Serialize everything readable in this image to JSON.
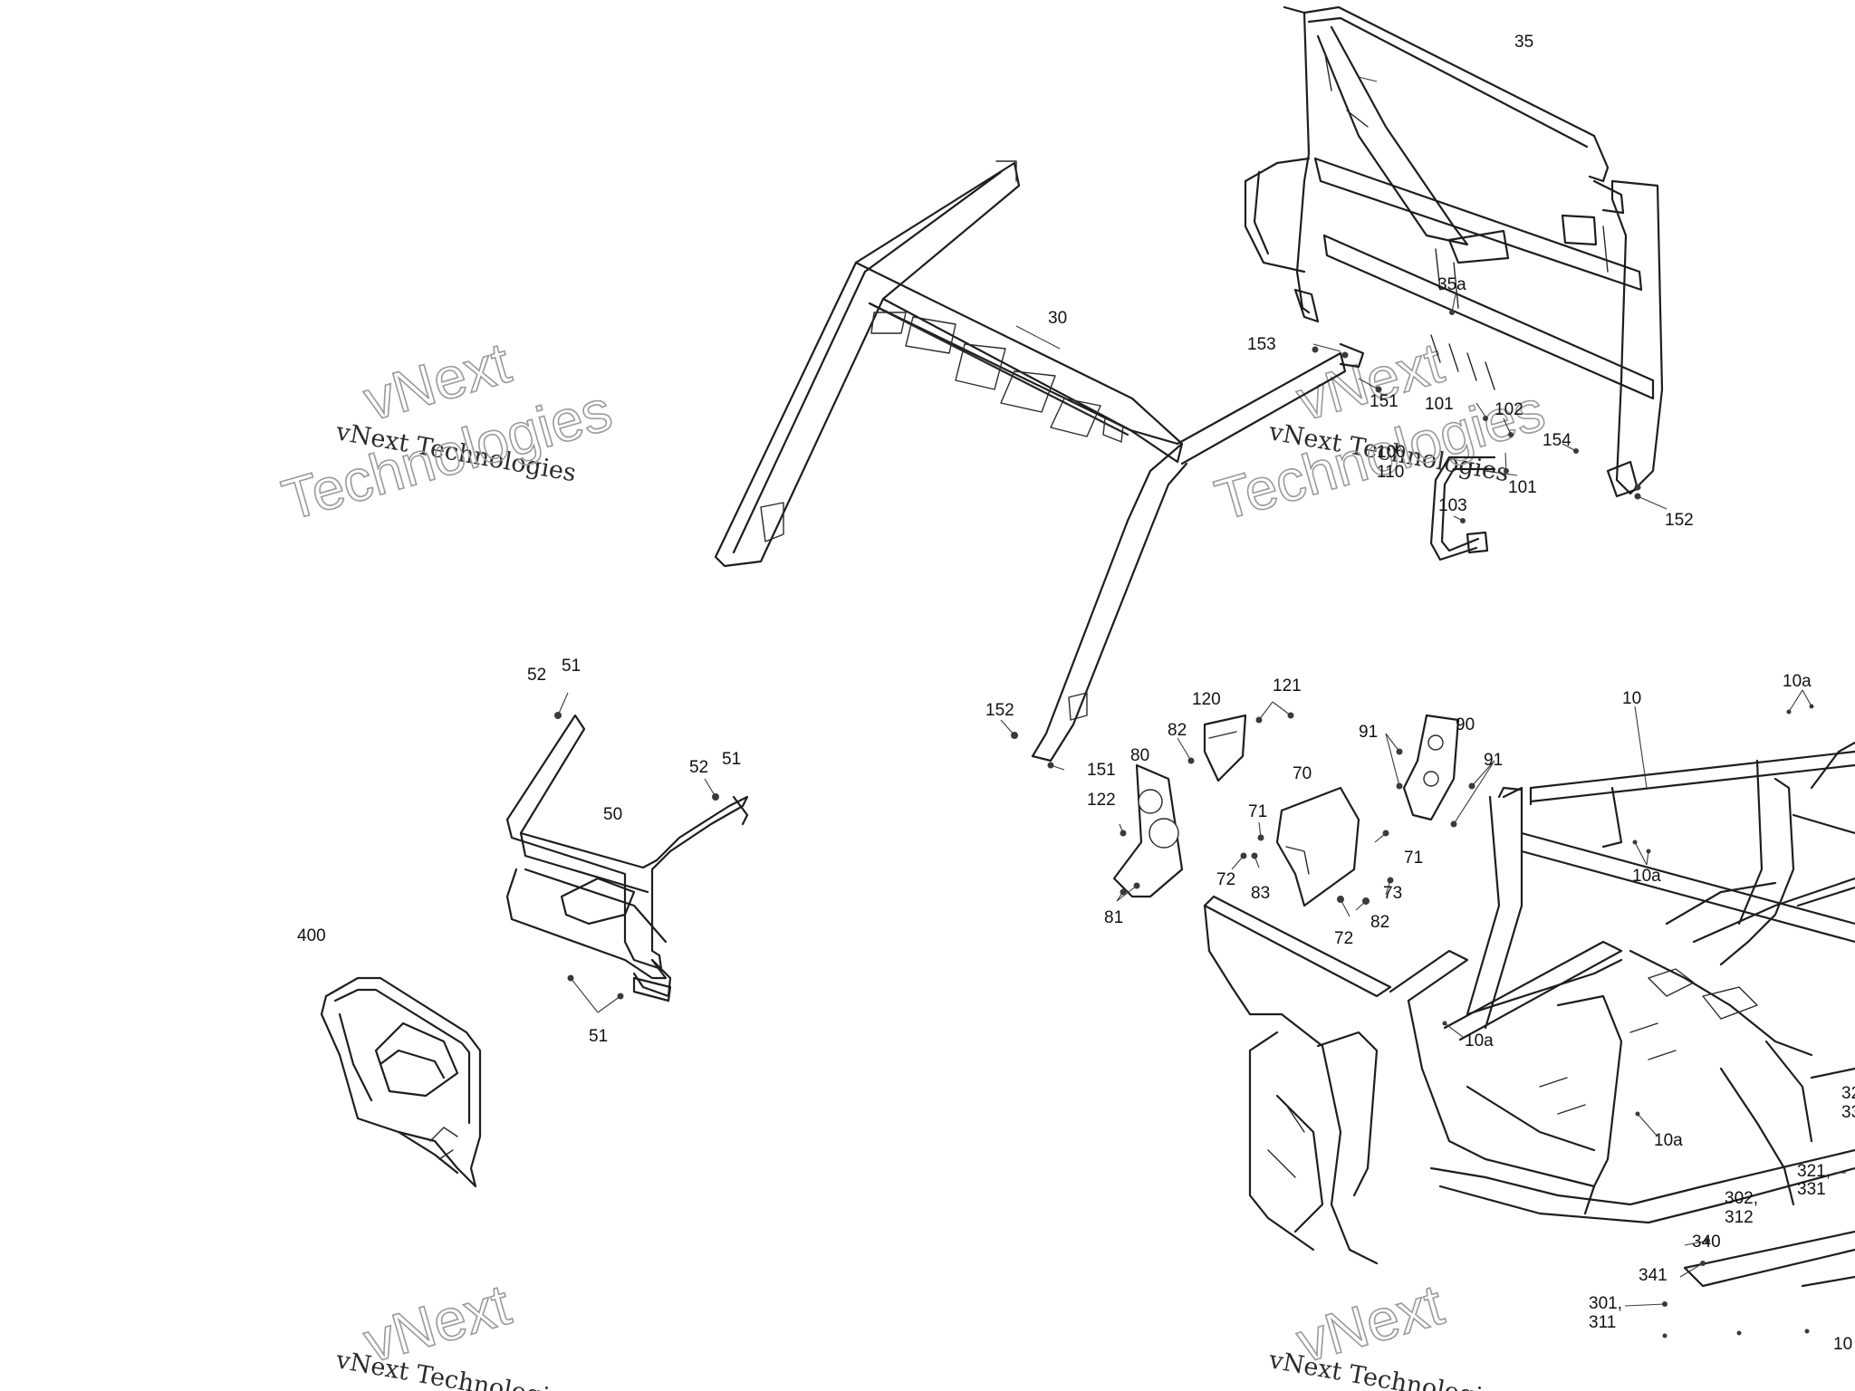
{
  "colors": {
    "background": "#ffffff",
    "line": "#1e1e1e",
    "watermark": "#9a9a9a"
  },
  "watermark": {
    "line1": "vNext",
    "line2": "vNext Technologies",
    "line3": "Technologies"
  },
  "callouts": [
    "35",
    "35a",
    "30",
    "153",
    "151",
    "101",
    "102",
    "154",
    "100",
    "110",
    "101",
    "103",
    "152",
    "52",
    "51",
    "52",
    "51",
    "50",
    "400",
    "51",
    "152",
    "151",
    "120",
    "121",
    "82",
    "80",
    "122",
    "71",
    "72",
    "83",
    "81",
    "70",
    "72",
    "82",
    "73",
    "71",
    "91",
    "90",
    "91",
    "10",
    "10a",
    "10a",
    "10a",
    "10a",
    "32",
    "33",
    "321,",
    "331",
    "302,",
    "312",
    "340",
    "341",
    "301,",
    "311",
    "10"
  ]
}
